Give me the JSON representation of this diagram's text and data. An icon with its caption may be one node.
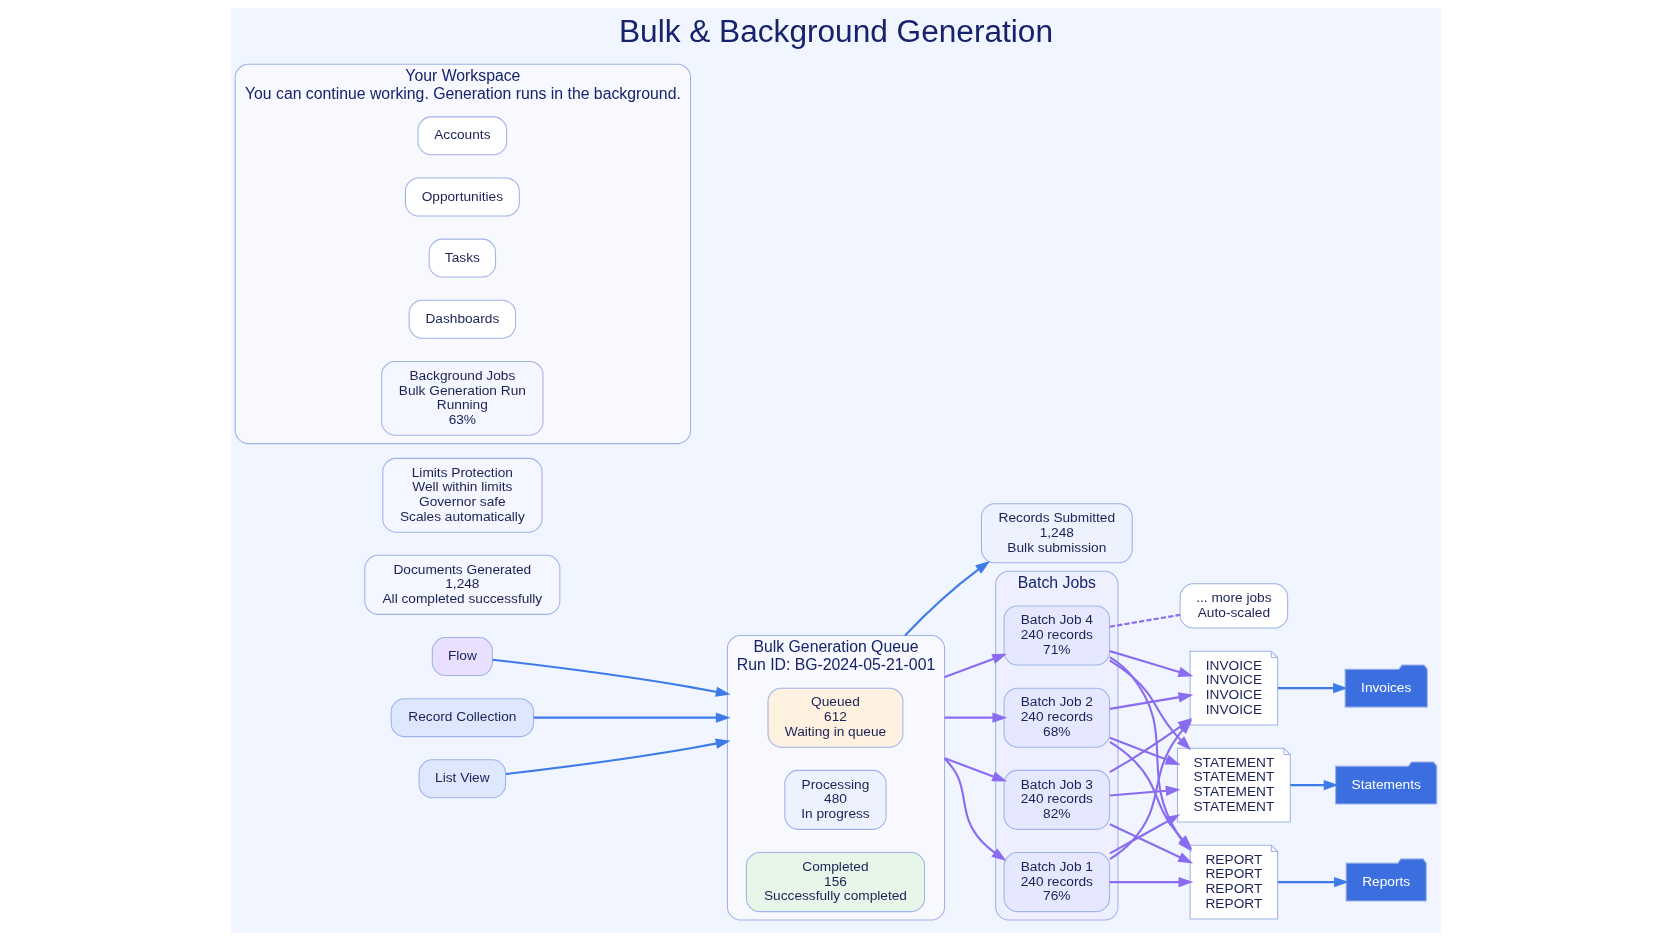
{
  "diagram": {
    "title": "Bulk & Background Generation",
    "nodes": [
      {
        "text": [
          "List View"
        ]
      },
      {
        "text": [
          "Flow"
        ]
      },
      {
        "text": [
          "Record Collection"
        ]
      },
      {
        "text": [
          "Bulk Generation Queue",
          "Run ID: BG-2024-05-21-001"
        ]
      },
      {
        "text": [
          "Queued",
          "612",
          "Waiting in queue"
        ],
        "in": 3
      },
      {
        "text": [
          "Processing",
          "480",
          "In progress"
        ],
        "in": 3
      },
      {
        "text": [
          "Completed",
          "156",
          "Successfully completed"
        ],
        "in": 3
      },
      {
        "text": [
          "Records Submitted",
          "1,248",
          "Bulk submission"
        ]
      },
      {
        "text": [
          "Batch Jobs"
        ]
      },
      {
        "text": [
          "Batch Job 1",
          "240 records",
          "76%"
        ],
        "in": 8
      },
      {
        "text": [
          "Batch Job 2",
          "240 records",
          "68%"
        ],
        "in": 8
      },
      {
        "text": [
          "Batch Job 3",
          "240 records",
          "82%"
        ],
        "in": 8
      },
      {
        "text": [
          "Batch Job 4",
          "240 records",
          "71%"
        ],
        "in": 8
      },
      {
        "text": [
          "... more jobs",
          "Auto-scaled"
        ]
      },
      {
        "text": [
          "STATEMENT",
          "STATEMENT",
          "STATEMENT",
          "STATEMENT"
        ]
      },
      {
        "text": [
          "Statements"
        ]
      },
      {
        "text": [
          "REPORT",
          "REPORT",
          "REPORT",
          "REPORT"
        ]
      },
      {
        "text": [
          "Reports"
        ]
      },
      {
        "text": [
          "INVOICE",
          "INVOICE",
          "INVOICE",
          "INVOICE"
        ]
      },
      {
        "text": [
          "Invoices"
        ]
      },
      {
        "text": [
          "Documents Generated",
          "1,248",
          "All completed successfully"
        ]
      },
      {
        "text": [
          "Limits Protection",
          "Well within limits",
          "Governor safe",
          "Scales automatically"
        ]
      },
      {
        "text": [
          "Your Workspace",
          "You can continue working. Generation runs in the background."
        ]
      },
      {
        "text": [
          "Accounts"
        ],
        "in": 22
      },
      {
        "text": [
          "Opportunities"
        ],
        "in": 22
      },
      {
        "text": [
          "Tasks"
        ],
        "in": 22
      },
      {
        "text": [
          "Dashboards"
        ],
        "in": 22
      },
      {
        "text": [
          "Background Jobs",
          "Bulk Generation Run",
          "Running",
          "63%"
        ],
        "in": 22
      }
    ],
    "edges": [
      {
        "from": 0,
        "to": 3,
        "arrow": "to"
      },
      {
        "from": 1,
        "to": 3,
        "arrow": "to"
      },
      {
        "from": 2,
        "to": 3,
        "arrow": "to"
      },
      {
        "from": 3,
        "to": 7,
        "arrow": "to"
      },
      {
        "from": 3,
        "to": 9,
        "arrow": "to",
        "color": "#8a6cf0"
      },
      {
        "from": 3,
        "to": 10,
        "arrow": "to",
        "color": "#8a6cf0"
      },
      {
        "from": 3,
        "to": 11,
        "arrow": "to",
        "color": "#8a6cf0"
      },
      {
        "from": 3,
        "to": 12,
        "arrow": "to",
        "color": "#8a6cf0"
      },
      {
        "from": 9,
        "to": 14,
        "arrow": "to",
        "color": "#8a6cf0"
      },
      {
        "from": 9,
        "to": 16,
        "arrow": "to",
        "color": "#8a6cf0"
      },
      {
        "from": 9,
        "to": 18,
        "arrow": "to",
        "color": "#8a6cf0"
      },
      {
        "from": 10,
        "to": 14,
        "arrow": "to",
        "color": "#8a6cf0"
      },
      {
        "from": 10,
        "to": 16,
        "arrow": "to",
        "color": "#8a6cf0"
      },
      {
        "from": 10,
        "to": 18,
        "arrow": "to",
        "color": "#8a6cf0"
      },
      {
        "from": 11,
        "to": 14,
        "arrow": "to",
        "color": "#8a6cf0"
      },
      {
        "from": 11,
        "to": 16,
        "arrow": "to",
        "color": "#8a6cf0"
      },
      {
        "from": 11,
        "to": 18,
        "arrow": "to",
        "color": "#8a6cf0"
      },
      {
        "from": 12,
        "to": 14,
        "arrow": "to",
        "color": "#8a6cf0"
      },
      {
        "from": 12,
        "to": 16,
        "arrow": "to",
        "color": "#8a6cf0"
      },
      {
        "from": 12,
        "to": 18,
        "arrow": "to",
        "color": "#8a6cf0"
      },
      {
        "from": 12,
        "to": 13,
        "arrow": "none",
        "style": "dashed",
        "color": "#8a6cf0"
      },
      {
        "from": 14,
        "to": 15,
        "arrow": "to"
      },
      {
        "from": 16,
        "to": 17,
        "arrow": "to"
      },
      {
        "from": 18,
        "to": 19,
        "arrow": "to"
      }
    ]
  }
}
